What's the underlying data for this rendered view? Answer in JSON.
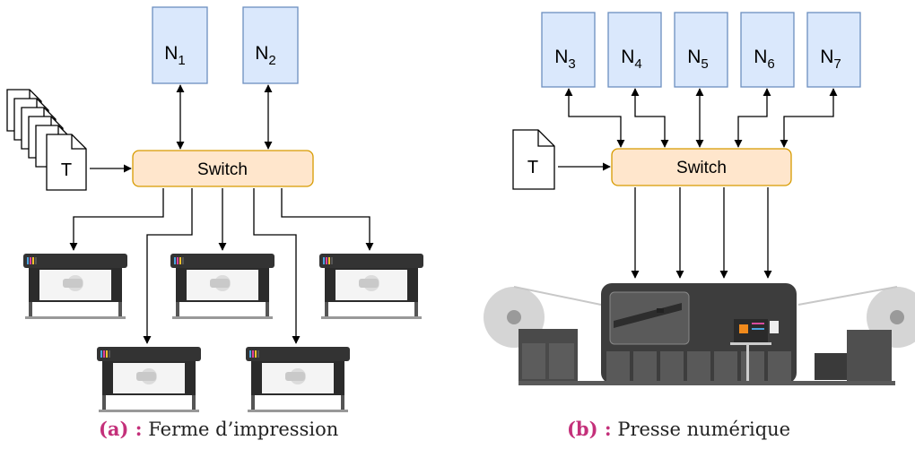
{
  "left_panel": {
    "nodes": [
      {
        "base": "N",
        "sub": "1"
      },
      {
        "base": "N",
        "sub": "2"
      }
    ],
    "switch_label": "Switch",
    "doc_label": "T",
    "caption_tag": "(a) :",
    "caption_text": "Ferme d’impression"
  },
  "right_panel": {
    "nodes": [
      {
        "base": "N",
        "sub": "3"
      },
      {
        "base": "N",
        "sub": "4"
      },
      {
        "base": "N",
        "sub": "5"
      },
      {
        "base": "N",
        "sub": "6"
      },
      {
        "base": "N",
        "sub": "7"
      }
    ],
    "switch_label": "Switch",
    "doc_label": "T",
    "caption_tag": "(b) :",
    "caption_text": "Presse numérique"
  },
  "colors": {
    "node_fill": "#dae8fc",
    "node_stroke": "#6c8ebf",
    "switch_fill": "#ffe6cc",
    "switch_stroke": "#d79b00",
    "caption_accent": "#c4307a"
  }
}
